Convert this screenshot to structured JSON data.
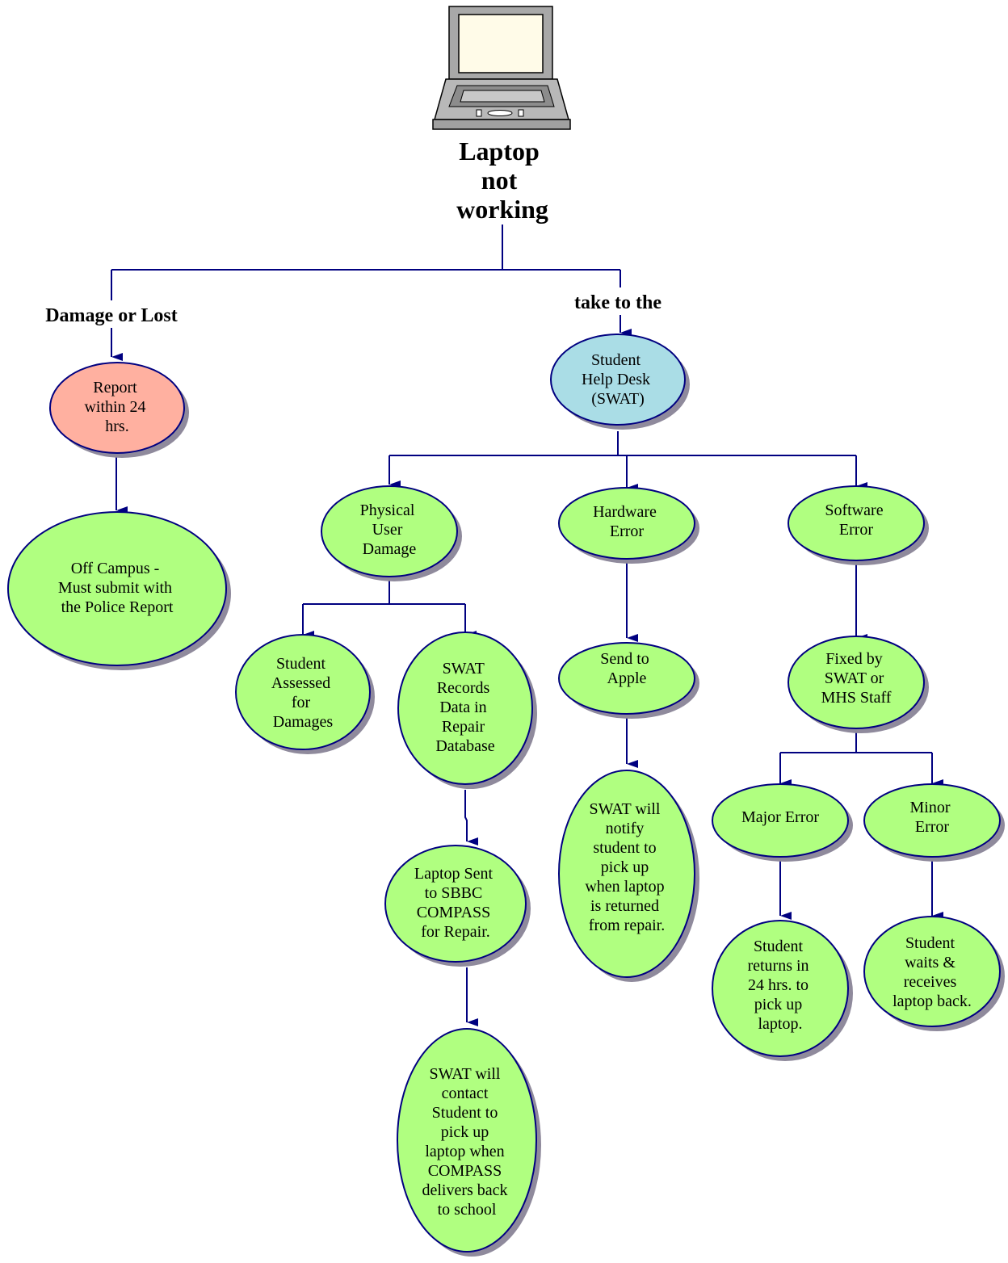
{
  "colors": {
    "line": "#000080",
    "green_node": "#b0ff80",
    "red_node": "#ffb0a0",
    "blue_node": "#aadde6",
    "shadow": "#8f8a9c"
  },
  "icon": "laptop-icon",
  "title": [
    "Laptop",
    "not",
    "working"
  ],
  "labels": {
    "damage_or_lost": "Damage or Lost",
    "take_to_the": "take to the"
  },
  "nodes": {
    "report": [
      "Report",
      "within 24",
      "hrs."
    ],
    "off_campus": [
      "Off Campus -",
      "Must submit with",
      "the Police Report"
    ],
    "help_desk": [
      "Student",
      "Help Desk",
      "(SWAT)"
    ],
    "physical": [
      "Physical",
      "User",
      "Damage"
    ],
    "hardware": [
      "Hardware",
      "Error"
    ],
    "software": [
      "Software",
      "Error"
    ],
    "assessed": [
      "Student",
      "Assessed",
      "for",
      "Damages"
    ],
    "swat_records": [
      "SWAT",
      "Records",
      "Data in",
      "Repair",
      "Database"
    ],
    "send_apple": [
      "Send to",
      "Apple"
    ],
    "fixed_by": [
      "Fixed by",
      "SWAT or",
      "MHS Staff"
    ],
    "sent_sbbc": [
      "Laptop Sent",
      "to SBBC",
      "COMPASS",
      "for Repair."
    ],
    "notify": [
      "SWAT will",
      "notify",
      "student to",
      "pick up",
      "when laptop",
      "is returned",
      "from repair."
    ],
    "major": [
      "Major Error"
    ],
    "minor": [
      "Minor",
      "Error"
    ],
    "returns": [
      "Student",
      "returns in",
      "24 hrs. to",
      "pick up",
      "laptop."
    ],
    "waits": [
      "Student",
      "waits &",
      "receives",
      "laptop back."
    ],
    "contact": [
      "SWAT will",
      "contact",
      "Student to",
      "pick up",
      "laptop when",
      "COMPASS",
      "delivers back",
      "to school"
    ]
  }
}
